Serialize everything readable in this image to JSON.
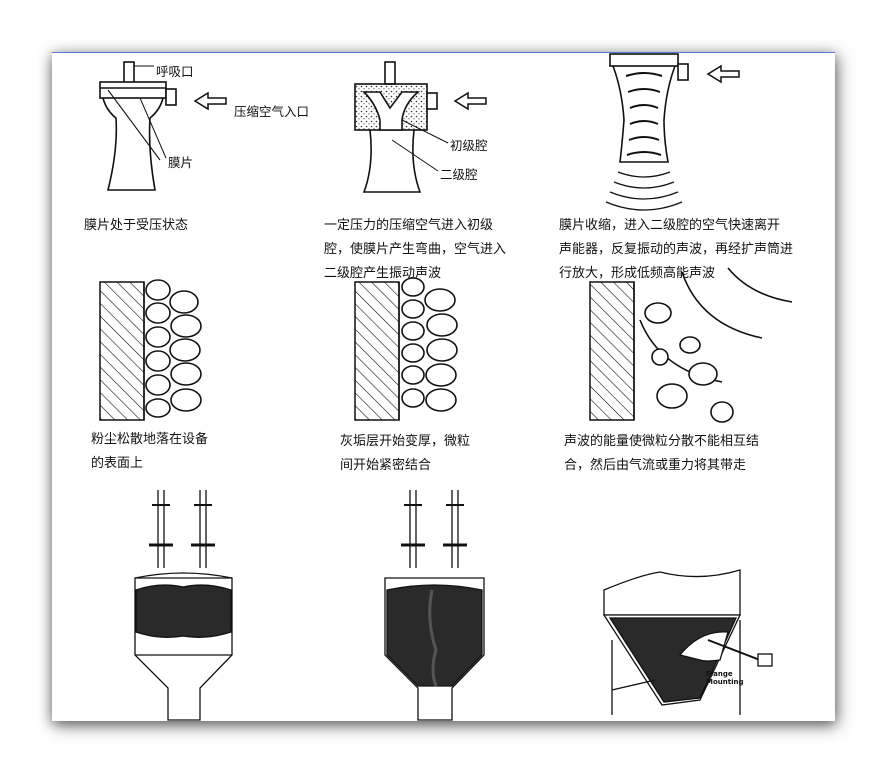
{
  "labels": {
    "breathing_port": "呼吸口",
    "compressed_air_inlet": "压缩空气入口",
    "diaphragm": "膜片",
    "primary_chamber": "初级腔",
    "secondary_chamber": "二级腔",
    "flange_mounting": "Flange Mounting"
  },
  "captions": {
    "step1": [
      "膜片处于受压状态"
    ],
    "step2": [
      "一定压力的压缩空气进入初级",
      "腔，使膜片产生弯曲，空气进入",
      "二级腔产生振动声波"
    ],
    "step3": [
      "膜片收缩，进入二级腔的空气快速离开",
      "声能器，反复振动的声波，再经扩声筒进",
      "行放大，形成低频高能声波"
    ],
    "step4": [
      "粉尘松散地落在设备",
      "的表面上"
    ],
    "step5": [
      "灰垢层开始变厚，微粒",
      "间开始紧密结合"
    ],
    "step6": [
      "声波的能量使微粒分散不能相互结",
      "合，然后由气流或重力将其带走"
    ]
  },
  "colors": {
    "ink": "#111111",
    "frame_border": "#5a7bd6",
    "dust": "#2a2a2a"
  }
}
